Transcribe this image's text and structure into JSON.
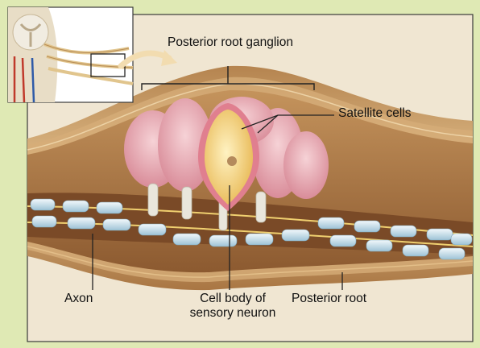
{
  "labels": {
    "posterior_root_ganglion": "Posterior root ganglion",
    "satellite_cells": "Satellite cells",
    "axon": "Axon",
    "cell_body_line1": "Cell body of",
    "cell_body_line2": "sensory neuron",
    "posterior_root": "Posterior root"
  },
  "colors": {
    "background": "#dfe9b4",
    "panel": "#efe4cf",
    "sheath": "#c79a6a",
    "satellite_cells": "#e8a7b5",
    "cell_body": "#f6d987",
    "myelin": "#cfe4ef"
  }
}
